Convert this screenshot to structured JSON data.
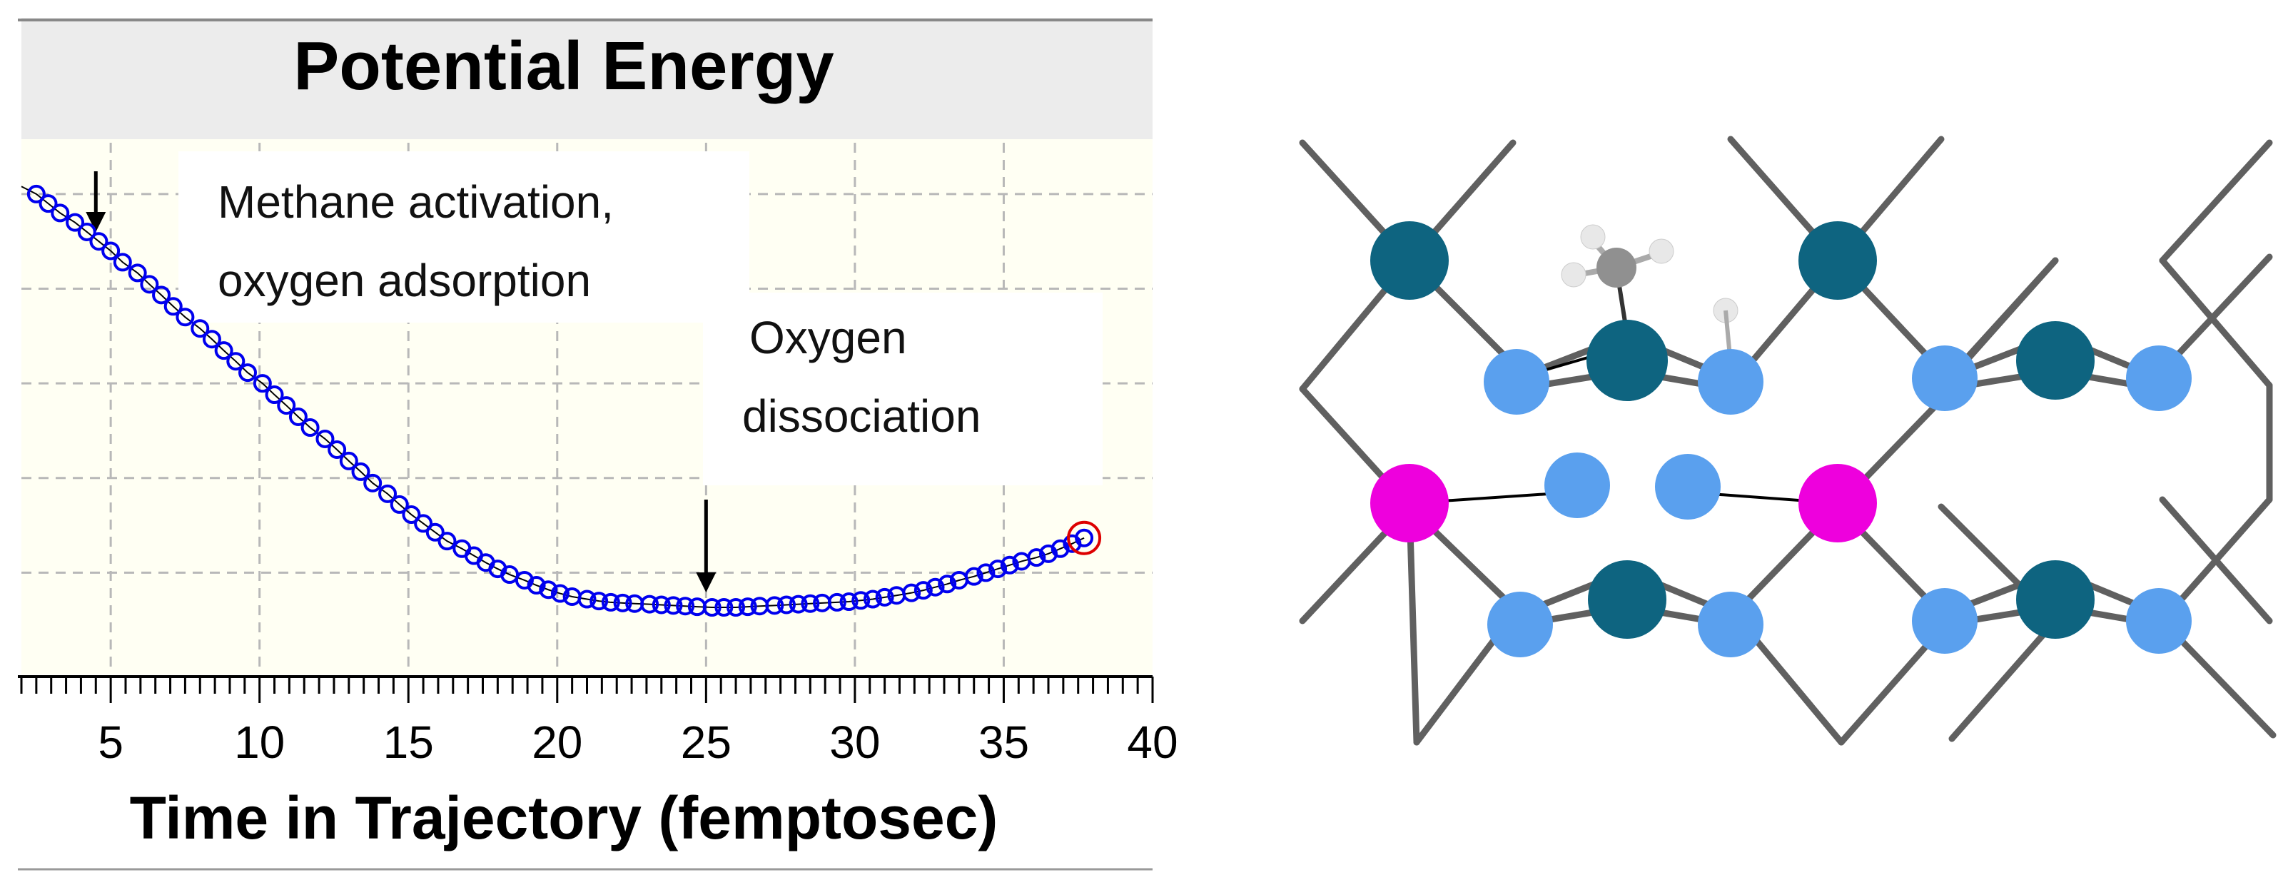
{
  "chart_data": {
    "type": "scatter",
    "title": "Potential Energy",
    "xlabel": "Time in Trajectory (femptosec)",
    "ylabel": "",
    "xlim": [
      2,
      40
    ],
    "x_ticks": [
      "5",
      "10",
      "15",
      "20",
      "25",
      "30",
      "35",
      "40"
    ],
    "y_ticks_labeled": false,
    "grid": true,
    "series": [
      {
        "marker": "open-circle",
        "color": "#0000ee",
        "x": [
          2.5,
          2.9,
          3.3,
          3.8,
          4.2,
          4.6,
          5.0,
          5.4,
          5.9,
          6.3,
          6.7,
          7.1,
          7.5,
          8.0,
          8.4,
          8.8,
          9.2,
          9.6,
          10.1,
          10.5,
          10.9,
          11.3,
          11.7,
          12.2,
          12.6,
          13.0,
          13.4,
          13.8,
          14.3,
          14.7,
          15.1,
          15.5,
          15.9,
          16.3,
          16.8,
          17.2,
          17.6,
          18.0,
          18.4,
          18.9,
          19.3,
          19.7,
          20.1,
          20.5,
          21.0,
          21.4,
          21.8,
          22.2,
          22.6,
          23.1,
          23.5,
          23.9,
          24.3,
          24.7,
          25.2,
          25.6,
          26.0,
          26.4,
          26.8,
          27.3,
          27.7,
          28.1,
          28.5,
          28.9,
          29.4,
          29.8,
          30.2,
          30.6,
          31.0,
          31.4,
          31.9,
          32.3,
          32.7,
          33.1,
          33.5,
          34.0,
          34.4,
          34.8,
          35.2,
          35.6,
          36.1,
          36.5,
          36.9,
          37.3,
          37.7
        ],
        "y": [
          10.0,
          9.85,
          9.7,
          9.55,
          9.4,
          9.25,
          9.1,
          8.92,
          8.75,
          8.57,
          8.4,
          8.22,
          8.05,
          7.87,
          7.7,
          7.52,
          7.35,
          7.17,
          7.0,
          6.82,
          6.65,
          6.47,
          6.3,
          6.12,
          5.95,
          5.77,
          5.6,
          5.42,
          5.25,
          5.08,
          4.92,
          4.78,
          4.64,
          4.5,
          4.38,
          4.27,
          4.16,
          4.06,
          3.97,
          3.88,
          3.8,
          3.73,
          3.67,
          3.62,
          3.58,
          3.55,
          3.53,
          3.52,
          3.51,
          3.5,
          3.49,
          3.48,
          3.47,
          3.46,
          3.45,
          3.45,
          3.45,
          3.46,
          3.47,
          3.48,
          3.49,
          3.5,
          3.51,
          3.52,
          3.53,
          3.54,
          3.56,
          3.58,
          3.61,
          3.64,
          3.68,
          3.72,
          3.77,
          3.82,
          3.88,
          3.94,
          4.0,
          4.06,
          4.12,
          4.18,
          4.24,
          4.3,
          4.38,
          4.46,
          4.55
        ]
      }
    ],
    "highlight_point": {
      "x": 37.7,
      "y": 4.55,
      "marker": "red-circle"
    },
    "annotations": [
      {
        "line1": "Methane activation,",
        "line2": "oxygen adsorption",
        "arrow_x": 4.5
      },
      {
        "line1": "Oxygen",
        "line2": "dissociation",
        "arrow_x": 25
      }
    ]
  },
  "colors": {
    "series": "#0000ee",
    "highlight": "#dd0000",
    "plot_background": "#fffff3",
    "metal_dark": "#0e6480",
    "oxygen_light": "#5aa0ee",
    "dopant": "#ee00dd",
    "lattice_bond": "#606060",
    "hydrogen": "#e8e8e8",
    "carbon": "#909090"
  }
}
